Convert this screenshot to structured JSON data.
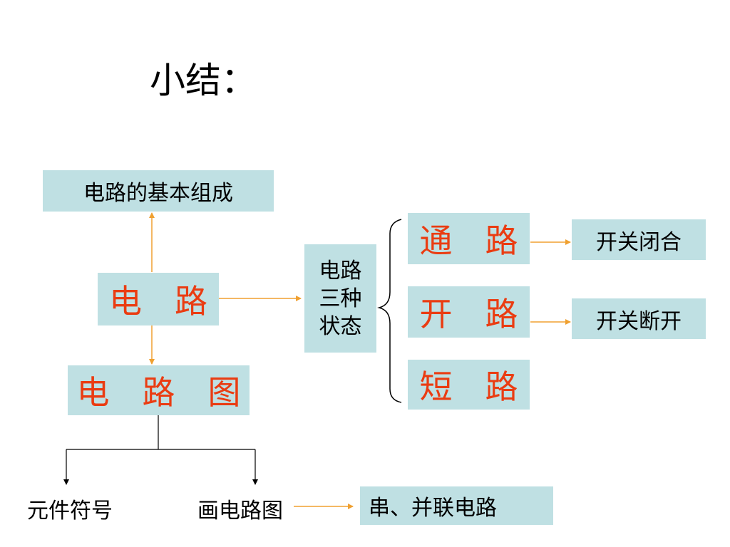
{
  "title": "小结：",
  "nodes": {
    "basic": "电路的基本组成",
    "circuit": "电　路",
    "diagram": "电　路　图",
    "three_states": [
      "电路",
      "三种",
      "状态"
    ],
    "closed": "通　路",
    "open": "开　路",
    "short": "短　路",
    "switch_closed": "开关闭合",
    "switch_open": "开关断开",
    "symbols": "元件符号",
    "draw": "画电路图",
    "series_parallel": "串、并联电路"
  },
  "colors": {
    "box_fill": "#bfe0e3",
    "accent_red": "#ea3c12",
    "arrow_orange": "#f0a030"
  }
}
